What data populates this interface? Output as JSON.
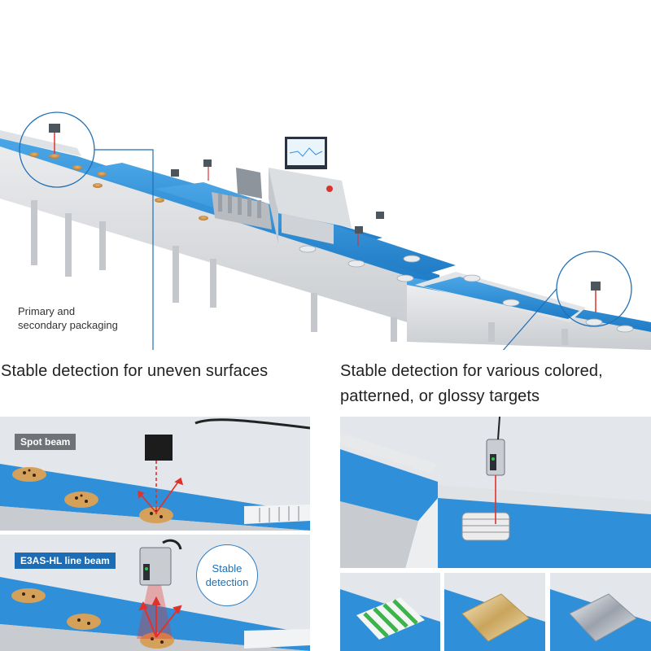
{
  "hero": {
    "primary_label_line1": "Primary and",
    "primary_label_line2": "secondary packaging"
  },
  "captions": {
    "left": "Stable detection for uneven surfaces",
    "right_line1": "Stable detection for various colored,",
    "right_line2": "patterned, or glossy targets"
  },
  "panels": {
    "spot_tag": "Spot beam",
    "line_tag": "E3AS-HL line beam",
    "badge_line1": "Stable",
    "badge_line2": "detection"
  },
  "colors": {
    "belt_blue": "#2f8fd8",
    "accent_blue": "#1c6db5",
    "laser_red": "#e0322d",
    "steel": "#d9dcdf"
  }
}
